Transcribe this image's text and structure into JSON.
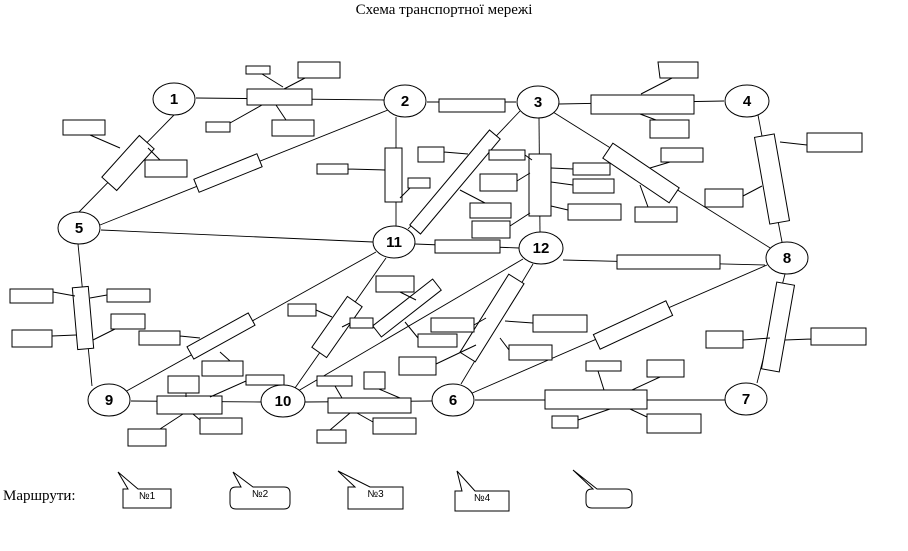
{
  "title": "Схема транспортної мережі",
  "routes_label": "Маршрути:",
  "nodes": [
    "1",
    "2",
    "3",
    "4",
    "5",
    "6",
    "7",
    "8",
    "9",
    "10",
    "11",
    "12"
  ],
  "routes": [
    "№1",
    "№2",
    "№3",
    "№4",
    ""
  ]
}
